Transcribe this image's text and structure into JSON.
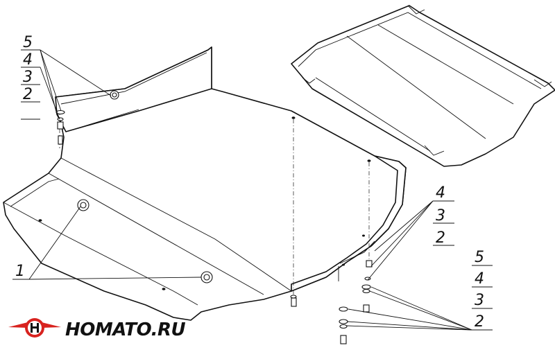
{
  "logo": {
    "brand_text": "HOMATO.RU",
    "colors": {
      "red": "#d8231f",
      "black": "#111111"
    }
  },
  "callouts": {
    "top_left": [
      "5",
      "4",
      "3",
      "2"
    ],
    "bottom_left": [
      "1"
    ],
    "right_middle": [
      "4",
      "3",
      "2"
    ],
    "bottom_right": [
      "5",
      "4",
      "3",
      "2"
    ]
  }
}
